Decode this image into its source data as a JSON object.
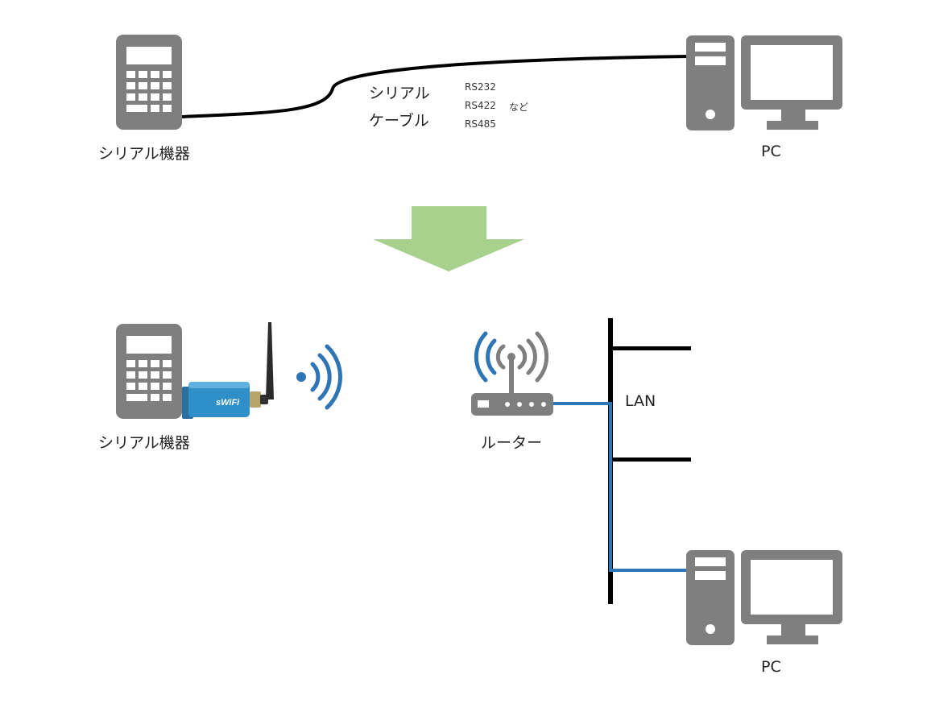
{
  "top": {
    "device_label": "シリアル機器",
    "cable_label_line1": "シリアル",
    "cable_label_line2": "ケーブル",
    "protocols": [
      "RS232",
      "RS422",
      "RS485"
    ],
    "protocols_suffix": "など",
    "pc_label": "PC"
  },
  "bottom": {
    "device_label": "シリアル機器",
    "adapter_text": "sWiFi",
    "router_label": "ルーター",
    "lan_label": "LAN",
    "pc_label": "PC"
  },
  "colors": {
    "icon_gray": "#7f7f7f",
    "arrow_green": "#a9d18e",
    "lan_blue": "#2e75b6",
    "wifi_blue": "#2e75b6",
    "adapter_blue": "#2f8fc8",
    "line_black": "#000000"
  },
  "icons": [
    "serial-device-icon",
    "pc-icon",
    "wifi-adapter-icon",
    "wifi-signal-icon",
    "router-icon",
    "down-arrow-icon"
  ]
}
